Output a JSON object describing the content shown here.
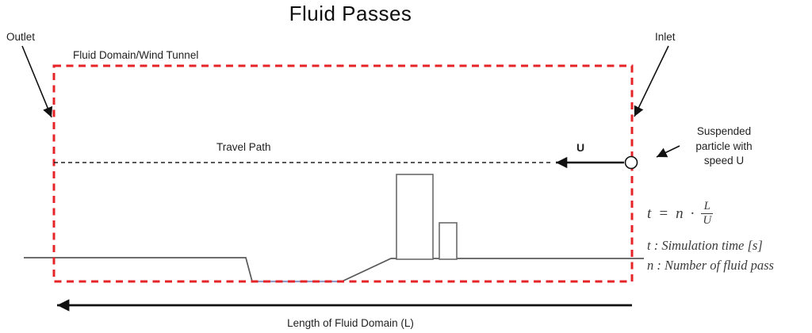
{
  "title": "Fluid Passes",
  "labels": {
    "outlet": "Outlet",
    "inlet": "Inlet",
    "domain": "Fluid Domain/Wind Tunnel",
    "travel_path": "Travel Path",
    "velocity": "U",
    "suspended_particle": "Suspended particle with speed U",
    "length": "Length of Fluid Domain (L)"
  },
  "formula": {
    "lhs": "t",
    "equals": "=",
    "rhs_var": "n",
    "dot": "·",
    "fraction_numerator": "L",
    "fraction_denominator": "U"
  },
  "definitions": {
    "t": "t :  Simulation time [s]",
    "n": "n : Number of fluid pass"
  },
  "colors": {
    "domain_boundary_red": "#e62428",
    "ground_gray": "#595959",
    "building_gray": "#6a6a6a",
    "depression_blue": "#8e9ac8",
    "ink": "#111111"
  }
}
